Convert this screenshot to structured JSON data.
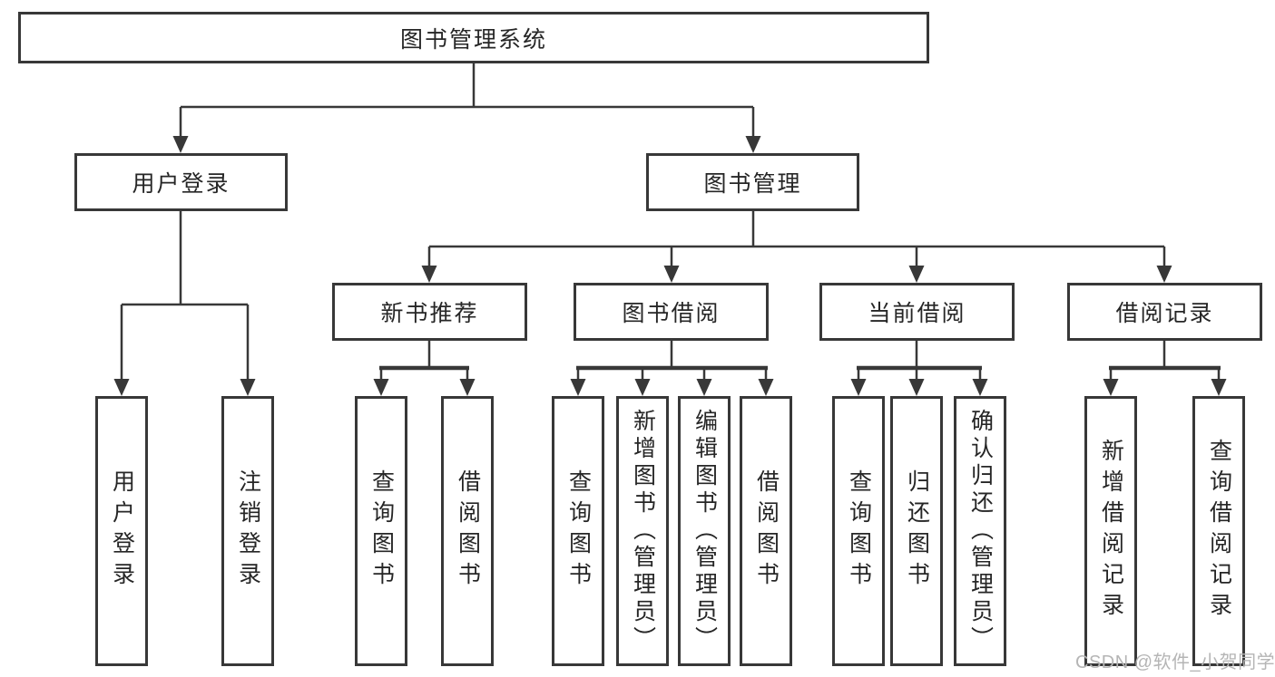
{
  "root": {
    "label": "图书管理系统"
  },
  "level2": [
    {
      "label": "用户登录",
      "children": [
        {
          "label": "用户登录"
        },
        {
          "label": "注销登录"
        }
      ]
    },
    {
      "label": "图书管理",
      "sections": [
        {
          "label": "新书推荐",
          "children": [
            {
              "label": "查询图书"
            },
            {
              "label": "借阅图书"
            }
          ]
        },
        {
          "label": "图书借阅",
          "children": [
            {
              "label": "查询图书"
            },
            {
              "label": "新增图书（管理员）"
            },
            {
              "label": "编辑图书（管理员）"
            },
            {
              "label": "借阅图书"
            }
          ]
        },
        {
          "label": "当前借阅",
          "children": [
            {
              "label": "查询图书"
            },
            {
              "label": "归还图书"
            },
            {
              "label": "确认归还（管理员）"
            }
          ]
        },
        {
          "label": "借阅记录",
          "children": [
            {
              "label": "新增借阅记录"
            },
            {
              "label": "查询借阅记录"
            }
          ]
        }
      ]
    }
  ],
  "watermark": {
    "text": "CSDN @软件_小贺同学"
  },
  "colors": {
    "line": "#383838",
    "box_border": "#383838",
    "text": "#262626",
    "watermark": "#b5b5b5",
    "background": "#ffffff"
  }
}
